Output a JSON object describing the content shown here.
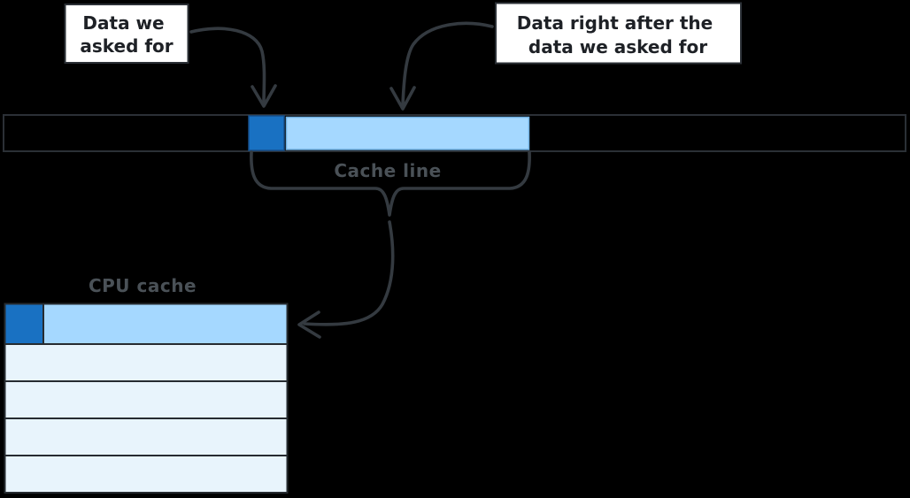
{
  "diagram": {
    "background": "#000000",
    "callout_data_we_asked_for": {
      "line1": "Data we",
      "line2": "asked for"
    },
    "callout_data_right_after": {
      "line1": "Data right after the",
      "line2": "data we asked for"
    },
    "memory_bar": {
      "cache_line_label": "Cache line"
    },
    "cpu_cache": {
      "title": "CPU cache",
      "row_count": 5
    },
    "colors": {
      "requested_data": "#1971c2",
      "adjacent_data": "#a5d8ff",
      "cache_row": "#e8f4fc",
      "memory_bar_fill": "#000000",
      "stroke": "#343a40",
      "callout_fill": "#ffffff",
      "callout_text": "#1e2126",
      "label_gray": "#4a5157"
    }
  }
}
